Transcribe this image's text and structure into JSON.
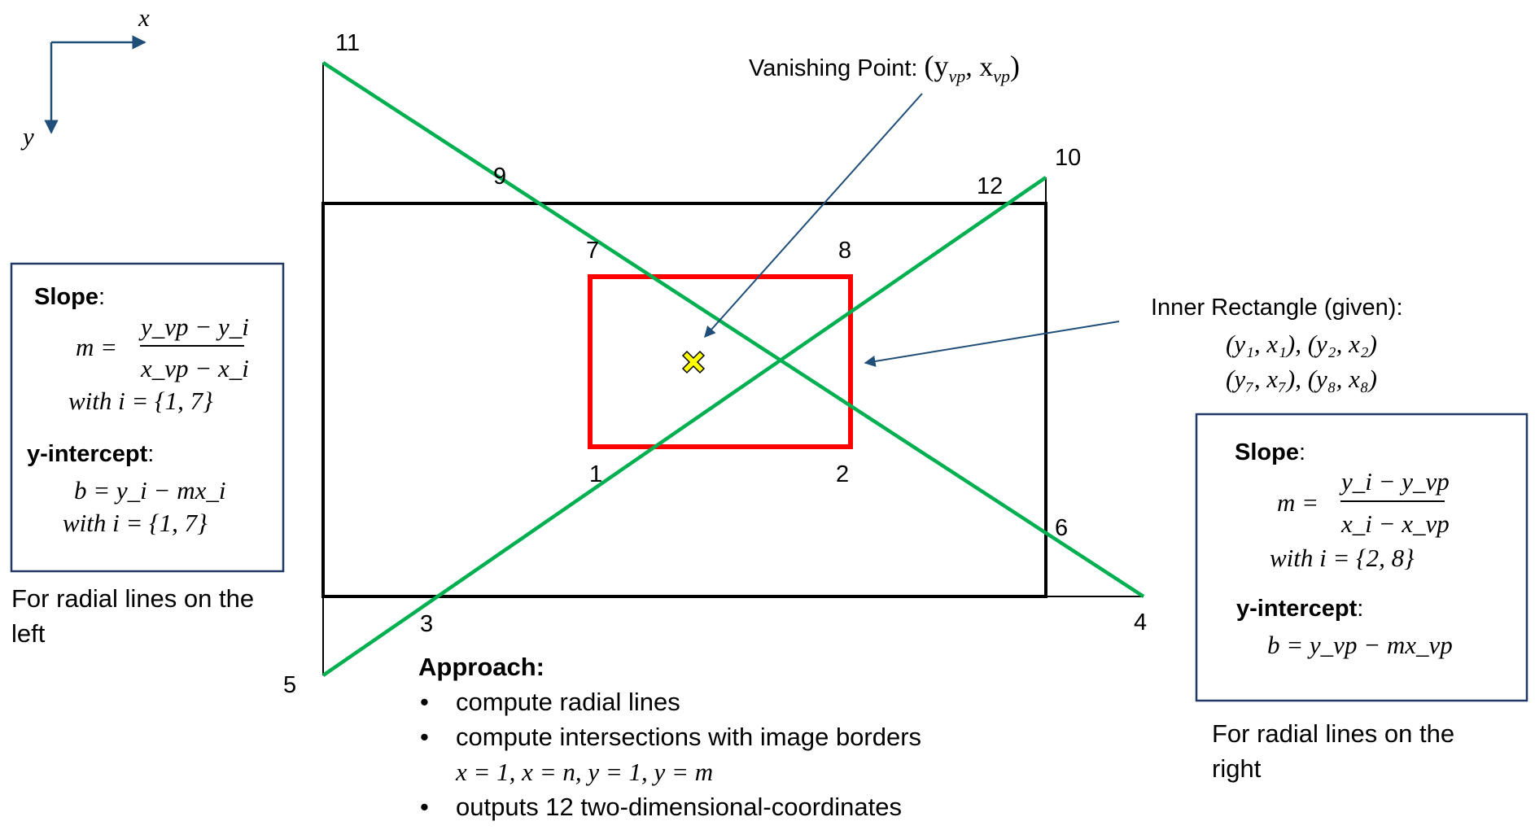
{
  "axes": {
    "x_label": "x",
    "y_label": "y"
  },
  "points": [
    "1",
    "2",
    "3",
    "4",
    "5",
    "6",
    "7",
    "8",
    "9",
    "10",
    "11",
    "12"
  ],
  "vanishing_point": {
    "label": "Vanishing Point: ",
    "coord": "(y",
    "sub1": "vp",
    "sep": ", x",
    "sub2": "vp",
    "close": ")"
  },
  "inner_rect": {
    "title": "Inner Rectangle (given):",
    "line1": "(y₁, x₁), (y₂, x₂)",
    "line2": "(y₇, x₇), (y₈, x₈)"
  },
  "left_box": {
    "slope_label": "Slope",
    "colon": ":",
    "m_eq": "m =",
    "numerator": "y_vp − y_i",
    "denominator": "x_vp − x_i",
    "with": "with i = {1, 7}",
    "intercept_label": "y-intercept",
    "intercept_eq": "b = y_i − mx_i",
    "with2": "with i = {1, 7}"
  },
  "left_caption": [
    "For radial lines on the",
    "left"
  ],
  "right_box": {
    "slope_label": "Slope",
    "colon": ":",
    "m_eq": "m =",
    "numerator": "y_i − y_vp",
    "denominator": "x_i − x_vp",
    "with": "with i = {2, 8}",
    "intercept_label": "y-intercept",
    "intercept_eq": "b = y_vp − mx_vp"
  },
  "right_caption": [
    "For radial lines on the",
    "right"
  ],
  "approach": {
    "heading": "Approach:",
    "items": [
      "compute radial lines",
      "compute intersections with image borders",
      "outputs 12 two-dimensional-coordinates"
    ],
    "borders": "x = 1, x = n, y = 1, y = m"
  },
  "colors": {
    "radial": "#00b050",
    "inner": "#ff0000",
    "outer": "#000000",
    "arrow": "#1f4e79",
    "vp_fill": "#ffff00"
  }
}
